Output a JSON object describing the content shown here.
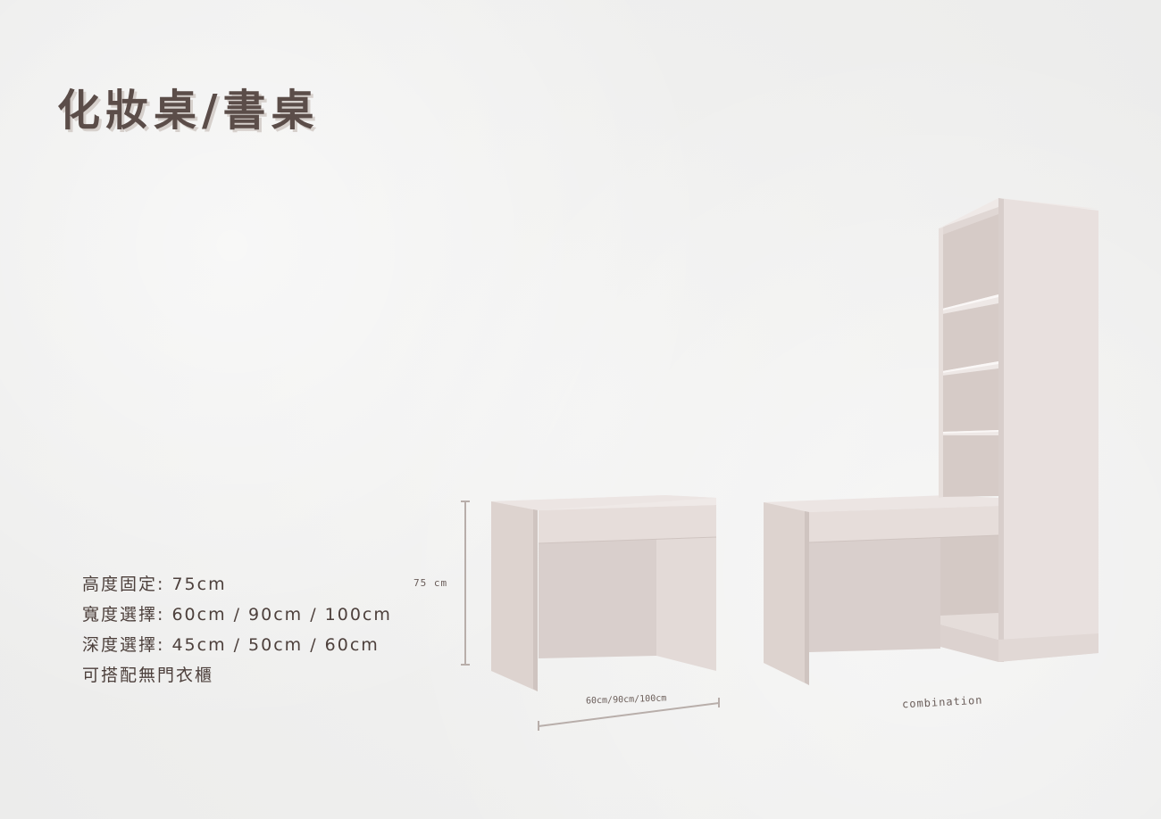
{
  "title": "化妝桌/書桌",
  "specs": {
    "height": "高度固定: 75cm",
    "width": "寬度選擇: 60cm / 90cm / 100cm",
    "depth": "深度選擇: 45cm / 50cm / 60cm",
    "note": "可搭配無門衣櫃"
  },
  "dimension_labels": {
    "height": "75 cm",
    "width": "60cm/90cm/100cm"
  },
  "combination_label": "combination",
  "colors": {
    "background": "#efefee",
    "text": "#5b4d49",
    "wood_light": "#e8e0de",
    "wood_mid": "#d9cfcc",
    "wood_dark": "#c9bdb9"
  }
}
